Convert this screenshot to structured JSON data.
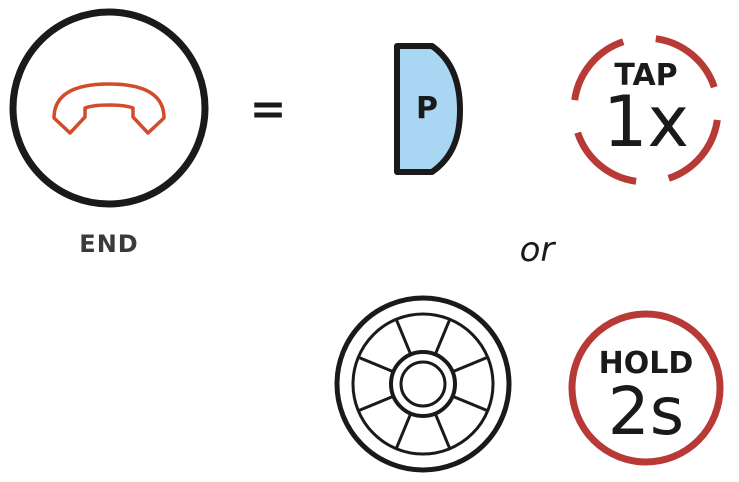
{
  "end_icon": {
    "icon": "phone-hangup-icon",
    "label": "END",
    "color": "#d24b2a"
  },
  "equals": "=",
  "p_button": {
    "icon": "p-button-icon",
    "letter": "P",
    "fill": "#a9d6f2"
  },
  "tap_badge": {
    "action": "TAP",
    "count": "1x",
    "color": "#b73a36"
  },
  "separator": "or",
  "jog_dial": {
    "icon": "jog-dial-icon"
  },
  "hold_badge": {
    "action": "HOLD",
    "count": "2s",
    "color": "#b73a36"
  }
}
